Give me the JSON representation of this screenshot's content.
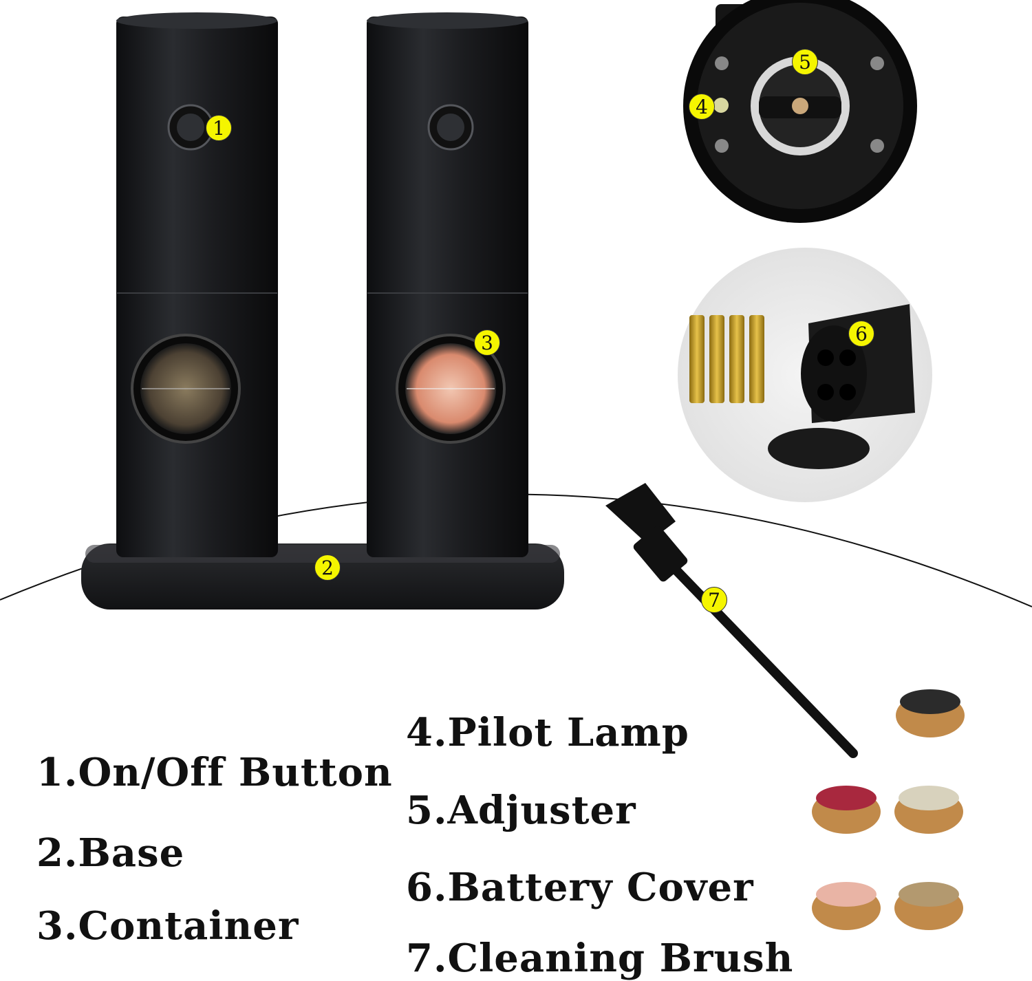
{
  "callouts": [
    "1",
    "2",
    "3",
    "4",
    "5",
    "6",
    "7"
  ],
  "legend": {
    "left": [
      "1.On/Off Button",
      "2.Base",
      "3.Container"
    ],
    "right": [
      "4.Pilot Lamp",
      "5.Adjuster",
      "6.Battery Cover",
      "7.Cleaning Brush"
    ]
  },
  "colors": {
    "grinder_body": "#1c1d20",
    "badge": "#f5f500",
    "battery_gold": "#c89a1e"
  }
}
